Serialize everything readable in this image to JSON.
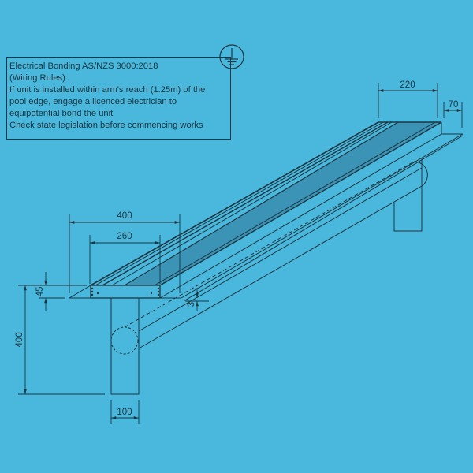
{
  "note": {
    "lines": [
      "Electrical Bonding AS/NZS 3000:2018",
      "(Wiring Rules):",
      "If unit is installed within arm's reach (1.25m) of the",
      "pool edge, engage a licenced electrician to",
      "equipotential bond the unit",
      "Check state legislation before commencing works"
    ],
    "icon": "earth-ground-icon"
  },
  "dimensions": {
    "overall_width": "400",
    "inner_width": "260",
    "back_width": "220",
    "flange": "70",
    "channel_height": "45",
    "stem_height": "400",
    "flange_thickness": "3",
    "stem_width": "100"
  },
  "colors": {
    "background": "#4ab8dc",
    "line": "#1c3540",
    "channel_fill": "#3b93b5"
  }
}
